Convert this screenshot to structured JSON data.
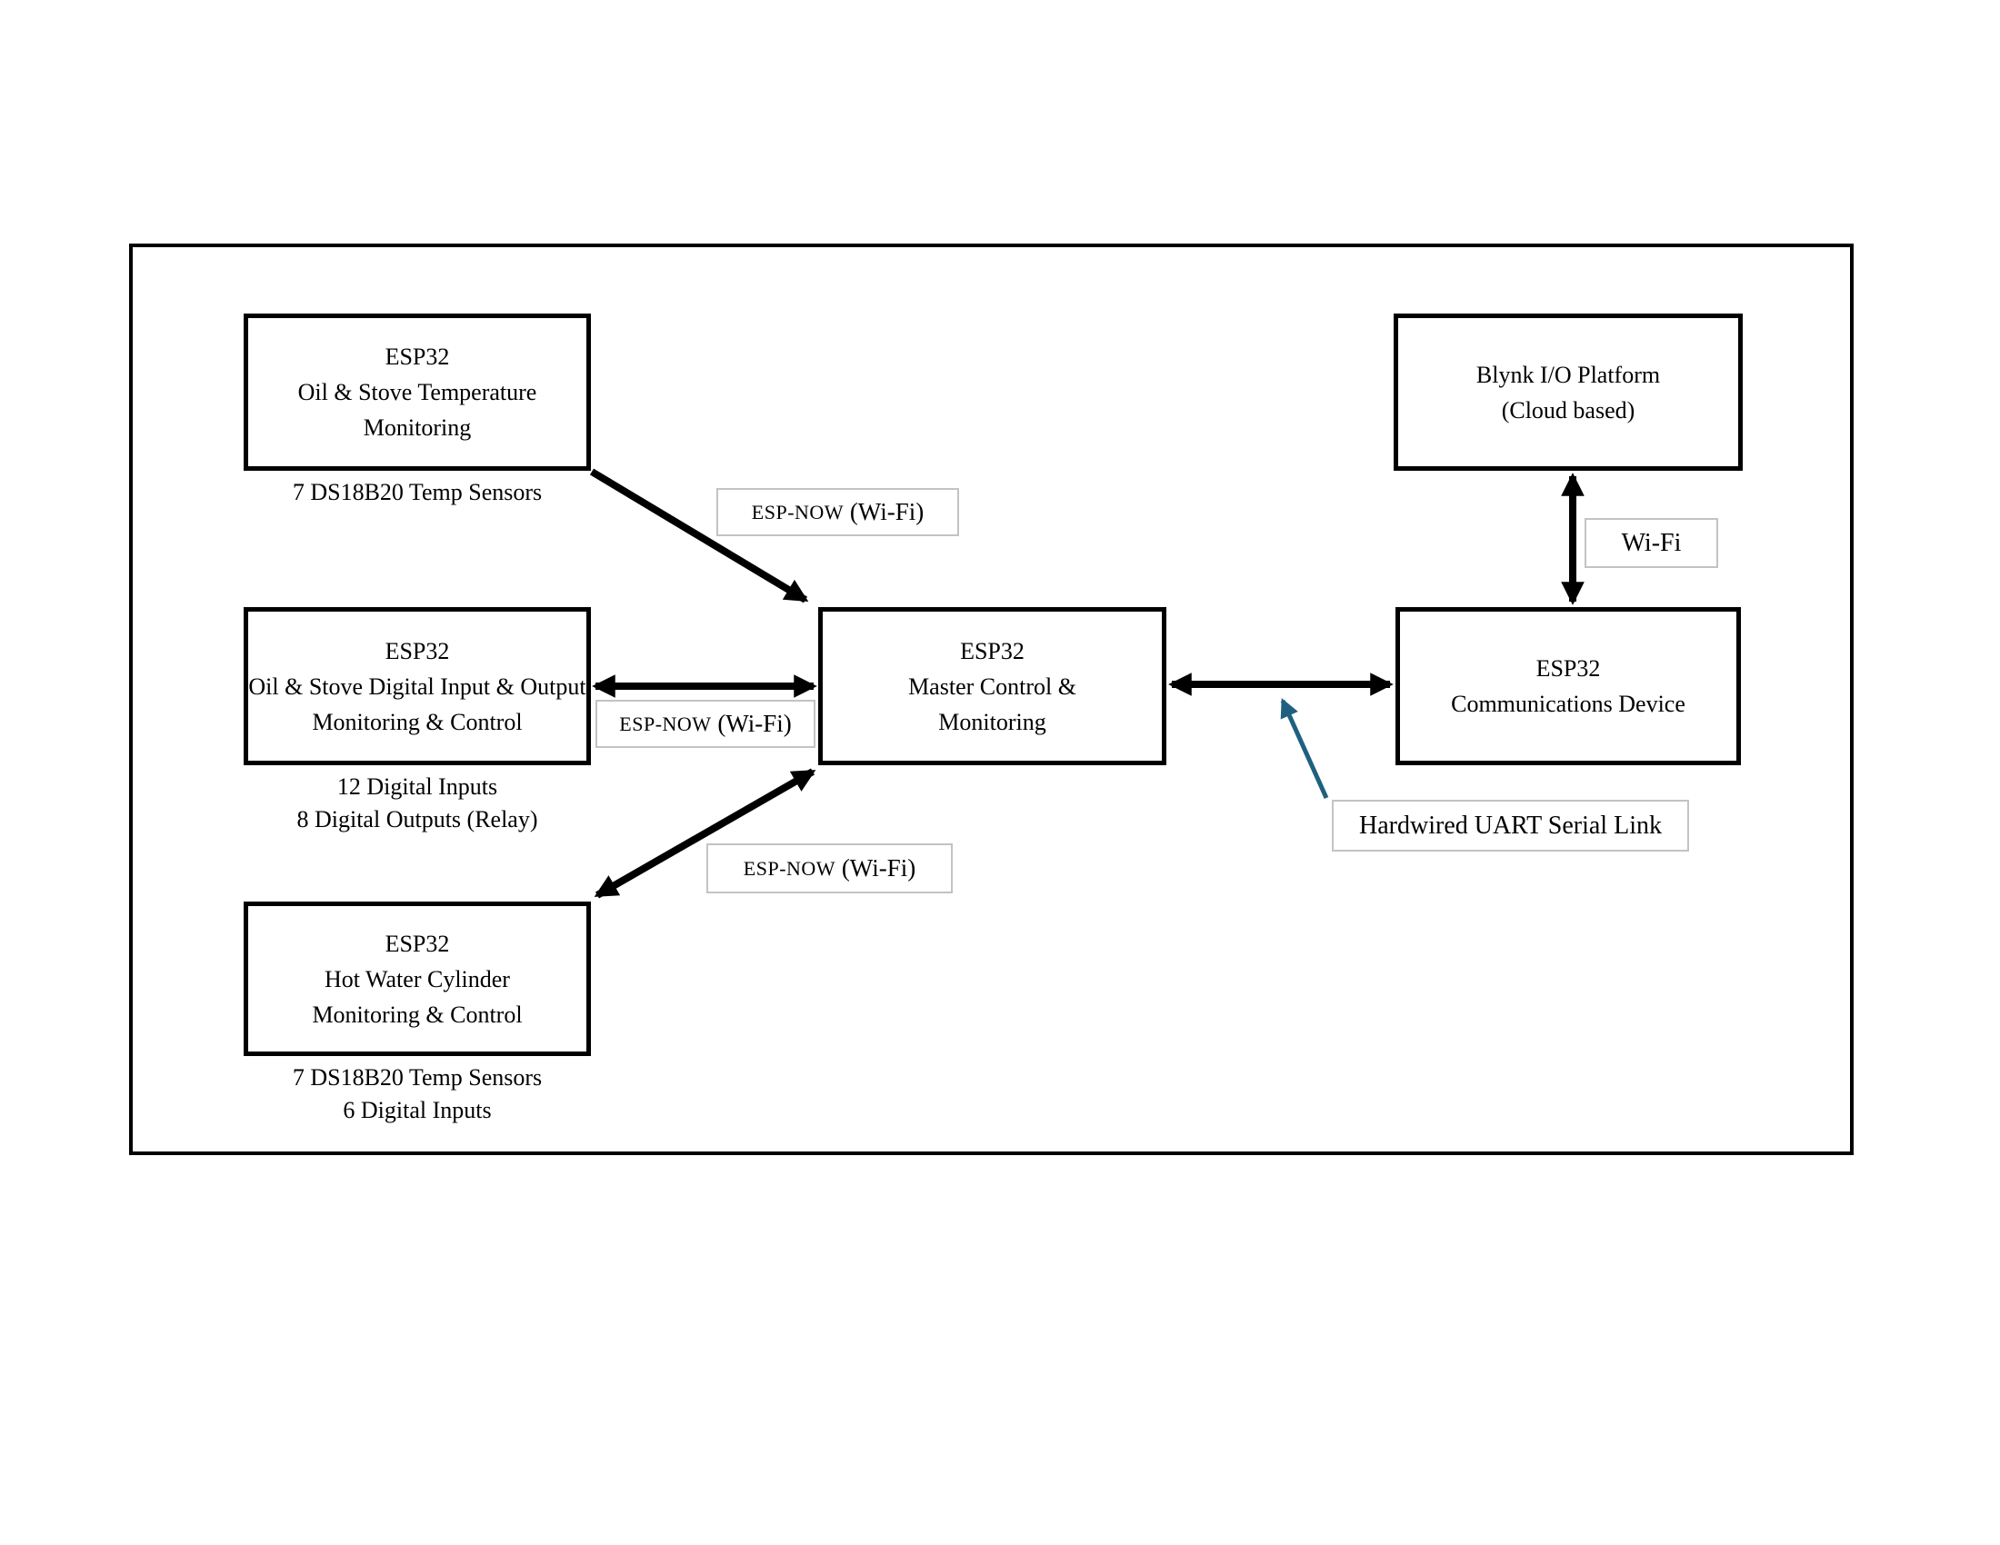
{
  "colors": {
    "background": "#ffffff",
    "node_border": "#000000",
    "frame_border": "#000000",
    "label_border": "#c3c3c3",
    "arrow": "#000000",
    "callout_arrow": "#1f6080",
    "text": "#000000"
  },
  "nodes": [
    {
      "id": "oil-stove-temp",
      "lines": [
        "ESP32",
        "Oil & Stove Temperature",
        "Monitoring"
      ],
      "captions": [
        "7 DS18B20 Temp Sensors"
      ]
    },
    {
      "id": "oil-stove-io",
      "lines": [
        "ESP32",
        "Oil & Stove Digital Input & Output",
        "Monitoring & Control"
      ],
      "captions": [
        "12 Digital Inputs",
        "8 Digital Outputs (Relay)"
      ]
    },
    {
      "id": "hot-water",
      "lines": [
        "ESP32",
        "Hot Water Cylinder",
        "Monitoring & Control"
      ],
      "captions": [
        "7 DS18B20 Temp Sensors",
        "6 Digital Inputs"
      ]
    },
    {
      "id": "master",
      "lines": [
        "ESP32",
        "Master Control &",
        "Monitoring"
      ],
      "captions": []
    },
    {
      "id": "comms",
      "lines": [
        "ESP32",
        "Communications Device"
      ],
      "captions": []
    },
    {
      "id": "blynk",
      "lines": [
        "Blynk I/O Platform",
        "(Cloud based)"
      ],
      "captions": []
    }
  ],
  "labels": {
    "espnow_top": {
      "small": "ESP-NOW",
      "large": " (Wi-Fi)"
    },
    "espnow_mid": {
      "small": "ESP-NOW",
      "large": " (Wi-Fi)"
    },
    "espnow_bottom": {
      "small": "ESP-NOW",
      "large": " (Wi-Fi)"
    },
    "wifi": {
      "text": "Wi-Fi"
    },
    "uart": {
      "text": "Hardwired UART Serial Link"
    }
  }
}
